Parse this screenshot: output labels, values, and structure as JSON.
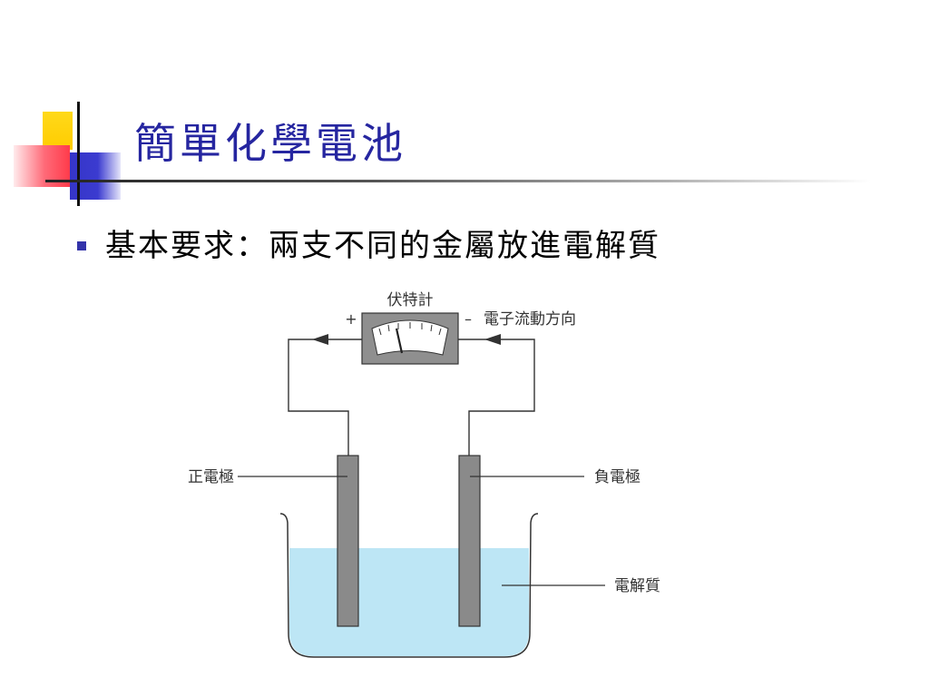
{
  "slide": {
    "title": "簡單化學電池",
    "bullet": "基本要求：兩支不同的金屬放進電解質"
  },
  "diagram": {
    "voltmeter_label": "伏特計",
    "plus_sign": "+",
    "minus_sign": "–",
    "electron_flow_label": "電子流動方向",
    "positive_electrode_label": "正電極",
    "negative_electrode_label": "負電極",
    "electrolyte_label": "電解質"
  },
  "colors": {
    "title": "#2626a0",
    "bullet_marker": "#3333aa",
    "electrolyte": "#bde6f5",
    "electrode": "#8a8a8a",
    "meter_body": "#8f8f8f"
  }
}
